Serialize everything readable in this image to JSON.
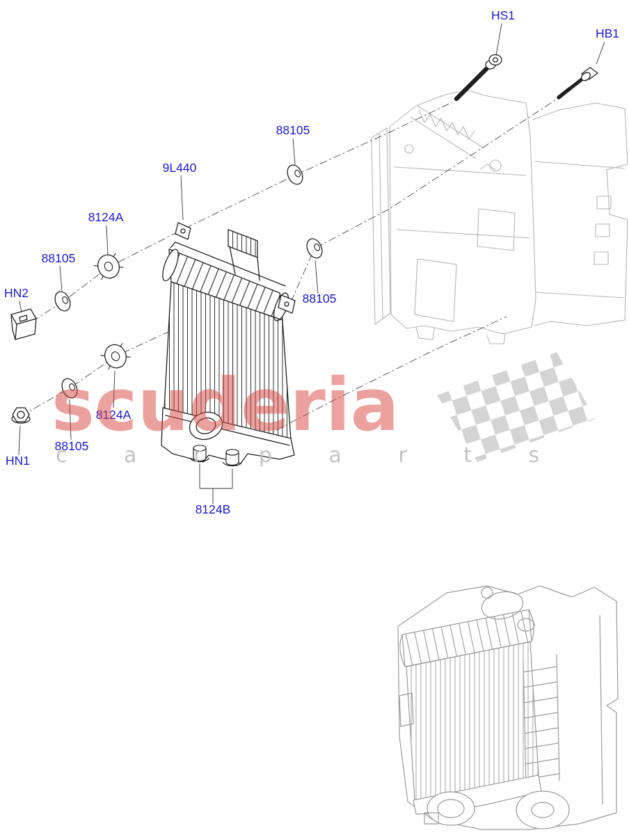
{
  "page": {
    "background": "#ffffff",
    "description": "Exploded parts diagram - intercooler mounting to radiator shroud"
  },
  "colors": {
    "label": "#1a1ac8",
    "drawing": "#1f1f1f",
    "reference": "#b4b4b4",
    "secondary": "#9a9a9a",
    "watermark_red": "#d8453f",
    "tagline_gray": "#c3c3c3"
  },
  "watermark": {
    "brand": "scuderia",
    "tagline": "c a r p a r t s"
  },
  "labels": [
    {
      "id": "HS1",
      "text": "HS1"
    },
    {
      "id": "HB1",
      "text": "HB1"
    },
    {
      "id": "88105-top",
      "text": "88105"
    },
    {
      "id": "9L440",
      "text": "9L440"
    },
    {
      "id": "8124A-upper",
      "text": "8124A"
    },
    {
      "id": "88105-upper-left",
      "text": "88105"
    },
    {
      "id": "HN2",
      "text": "HN2"
    },
    {
      "id": "88105-mid-right",
      "text": "88105"
    },
    {
      "id": "8124A-lower",
      "text": "8124A"
    },
    {
      "id": "88105-lower-left",
      "text": "88105"
    },
    {
      "id": "HN1",
      "text": "HN1"
    },
    {
      "id": "8124B",
      "text": "8124B"
    }
  ]
}
